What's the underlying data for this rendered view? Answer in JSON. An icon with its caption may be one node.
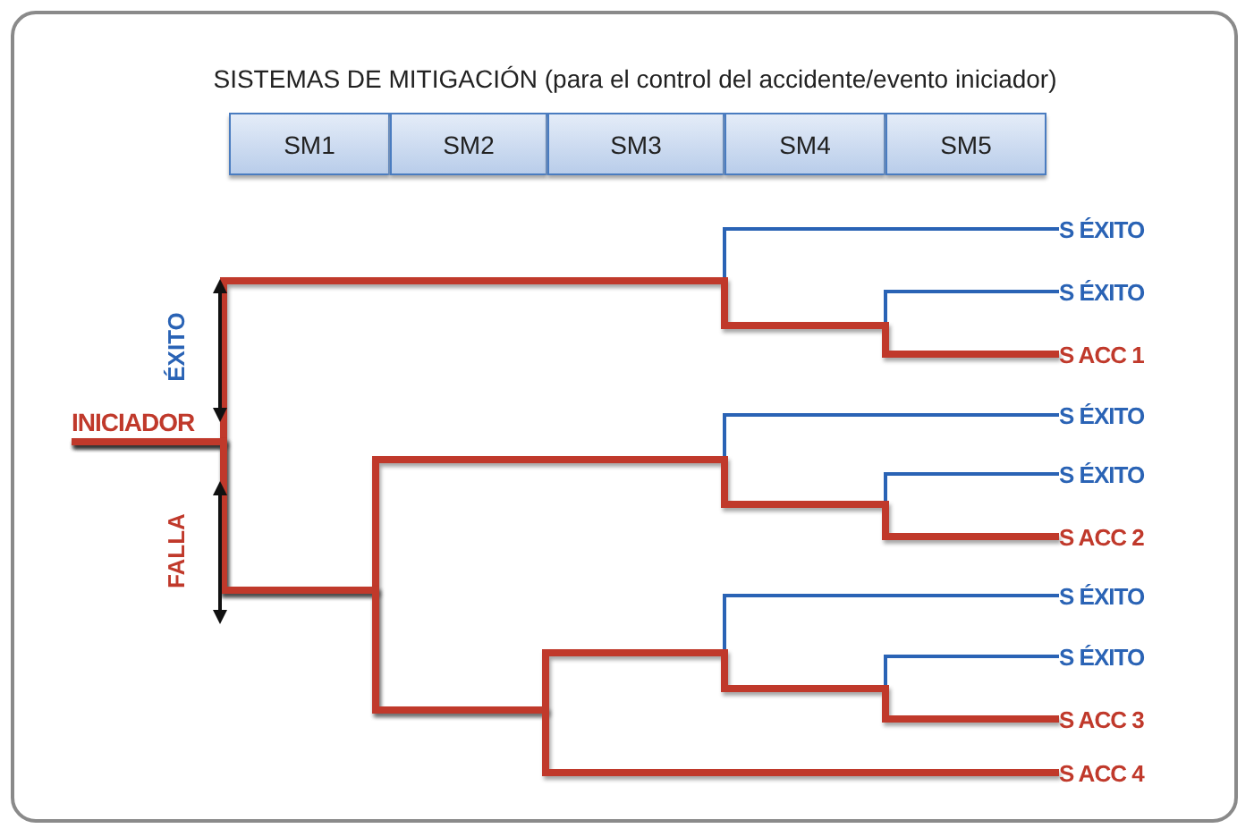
{
  "diagram": {
    "title": "SISTEMAS DE MITIGACIÓN (para el control del accidente/evento iniciador)",
    "nodes": [
      {
        "text": [
          "SM1"
        ]
      },
      {
        "text": [
          "SM2"
        ]
      },
      {
        "text": [
          "SM3"
        ]
      },
      {
        "text": [
          "SM4"
        ]
      },
      {
        "text": [
          "SM5"
        ]
      },
      {
        "text": [
          "INICIADOR"
        ]
      },
      {
        "text": [
          "S ÉXITO"
        ]
      },
      {
        "text": [
          "S ÉXITO"
        ]
      },
      {
        "text": [
          "S ACC 1"
        ]
      },
      {
        "text": [
          "S ÉXITO"
        ]
      },
      {
        "text": [
          "S ÉXITO"
        ]
      },
      {
        "text": [
          "S ACC 2"
        ]
      },
      {
        "text": [
          "S ÉXITO"
        ]
      },
      {
        "text": [
          "S ÉXITO"
        ]
      },
      {
        "text": [
          "S ACC 3"
        ]
      },
      {
        "text": [
          "S ACC 4"
        ]
      }
    ],
    "edges": [
      {
        "from": 5,
        "to": 6,
        "arrow": "none"
      },
      {
        "from": 5,
        "to": 7,
        "arrow": "none"
      },
      {
        "from": 5,
        "to": 8,
        "arrow": "none",
        "style": "thick",
        "color": "#c0392b"
      },
      {
        "from": 5,
        "to": 9,
        "arrow": "none"
      },
      {
        "from": 5,
        "to": 10,
        "arrow": "none"
      },
      {
        "from": 5,
        "to": 11,
        "arrow": "none",
        "style": "thick",
        "color": "#c0392b"
      },
      {
        "from": 5,
        "to": 12,
        "arrow": "none"
      },
      {
        "from": 5,
        "to": 13,
        "arrow": "none"
      },
      {
        "from": 5,
        "to": 14,
        "arrow": "none",
        "style": "thick",
        "color": "#c0392b"
      },
      {
        "from": 5,
        "to": 15,
        "arrow": "none",
        "style": "thick",
        "color": "#c0392b"
      }
    ],
    "labels": [
      "ÉXITO",
      "FALLA"
    ]
  }
}
